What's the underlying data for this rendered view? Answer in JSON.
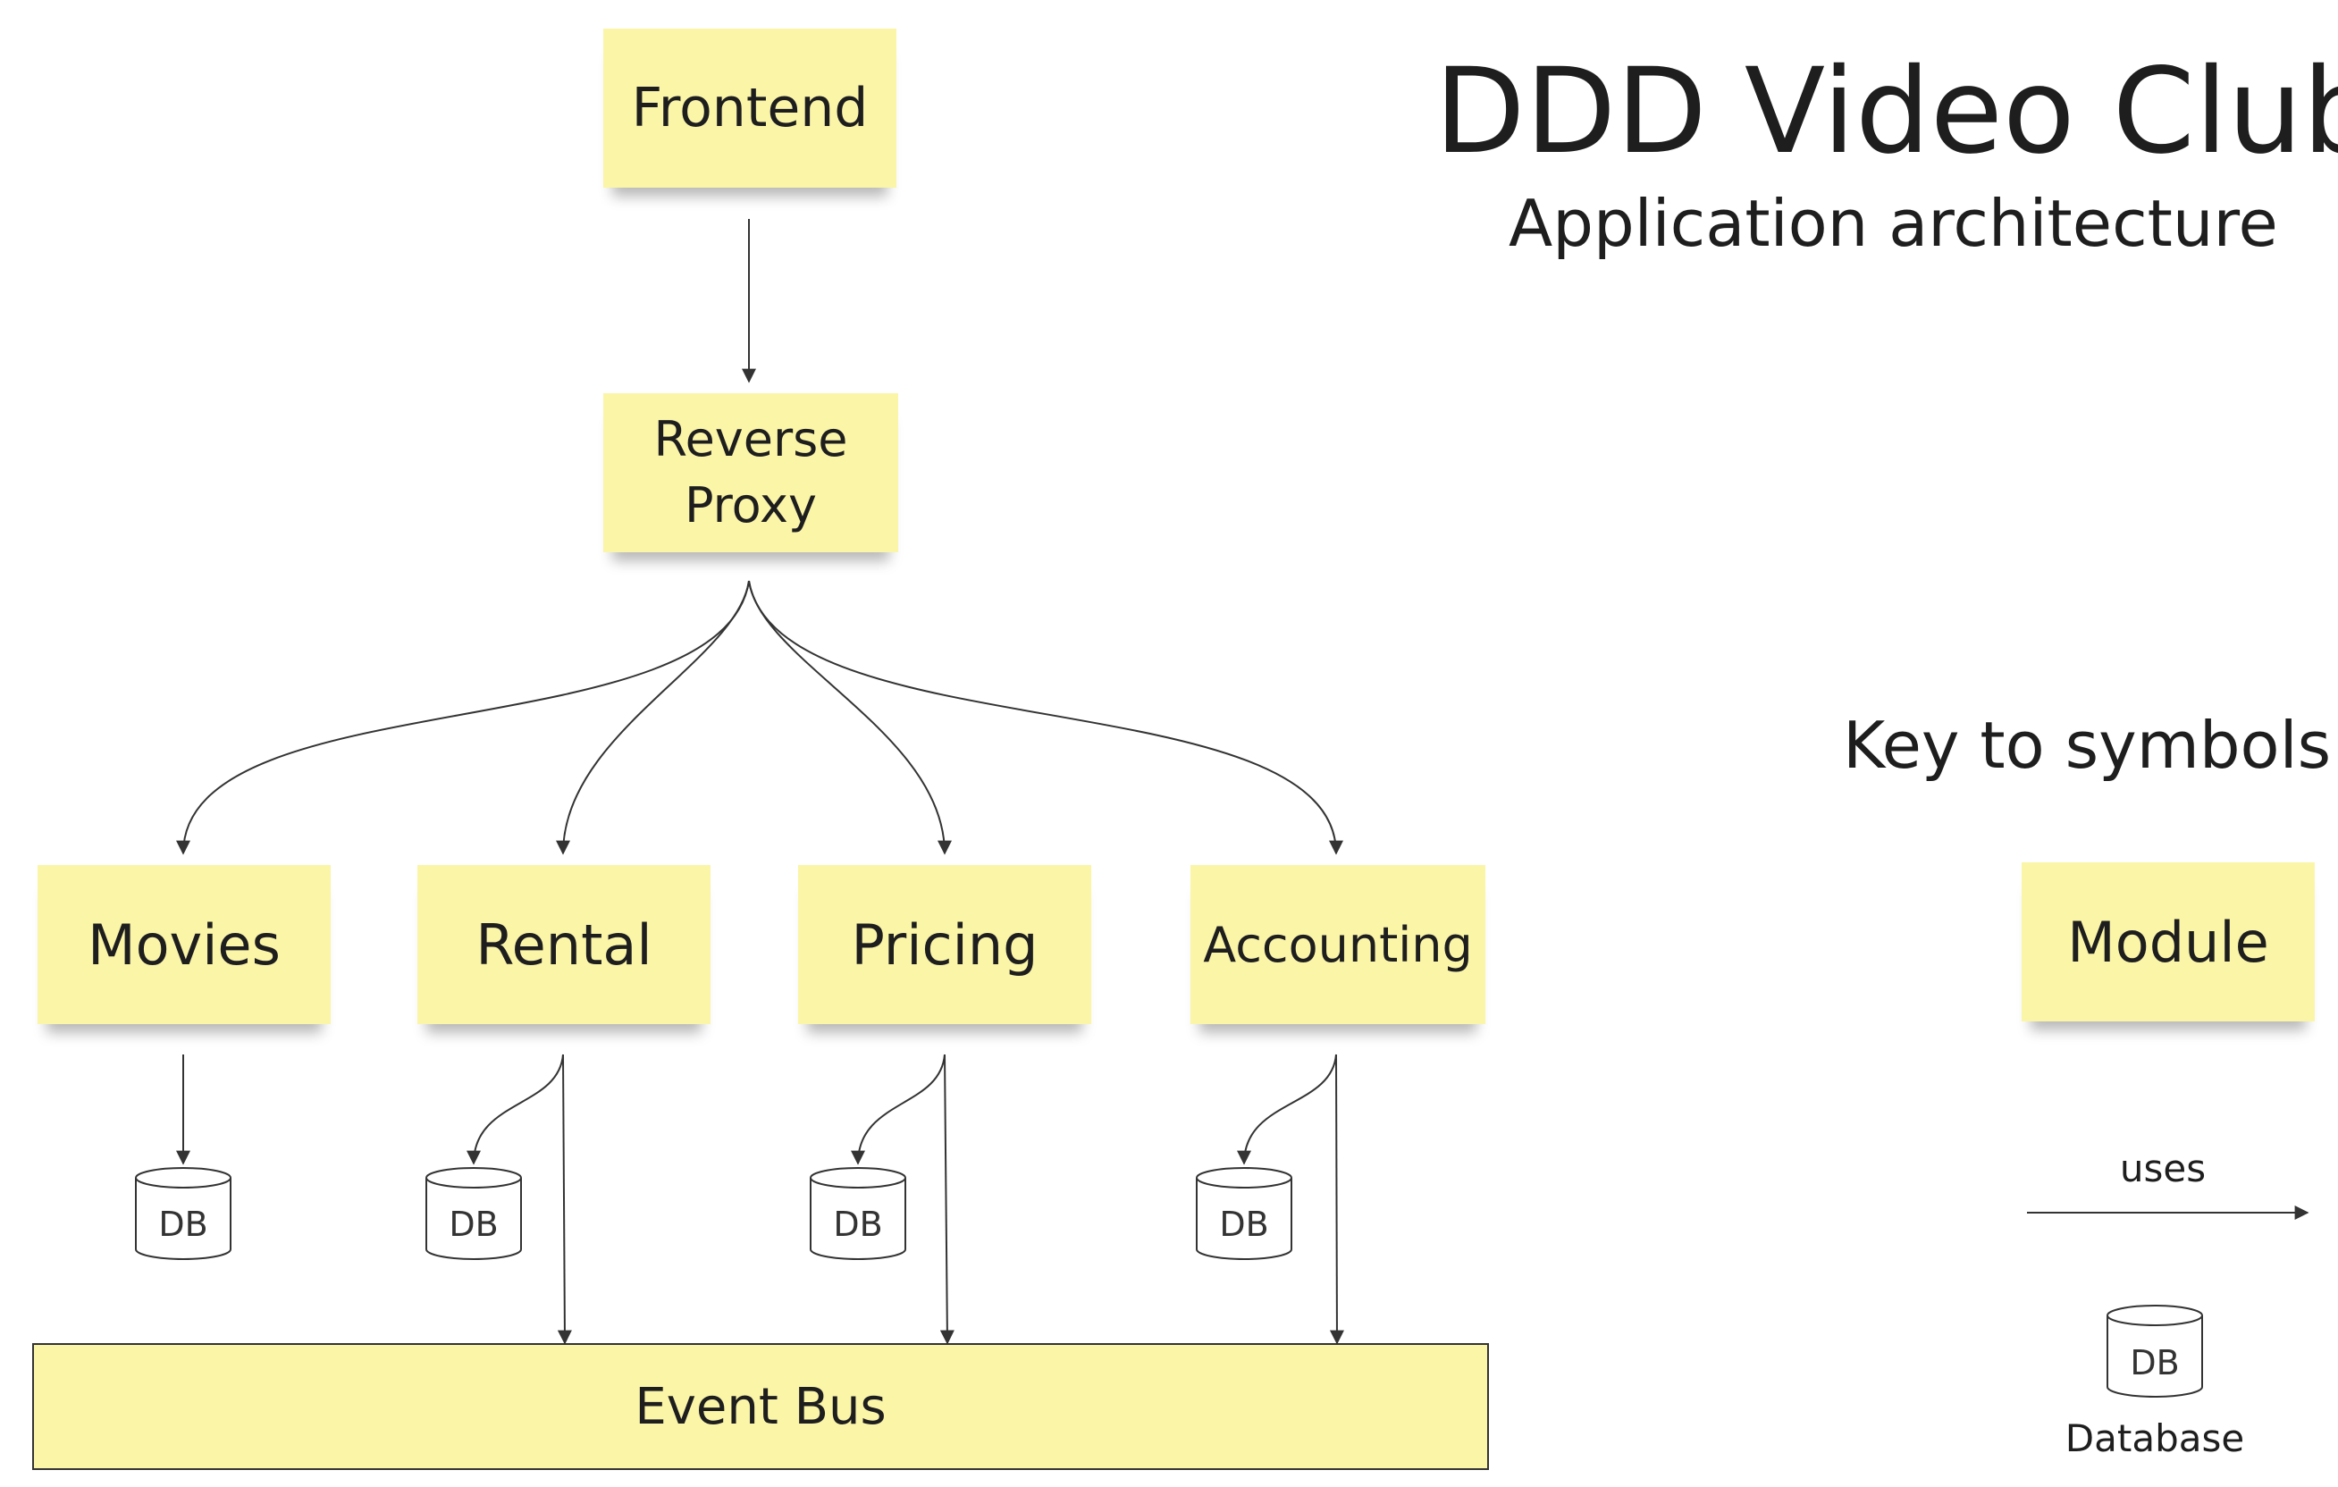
{
  "title": "DDD Video Club",
  "subtitle": "Application architecture",
  "nodes": {
    "frontend": "Frontend",
    "reverse_proxy": "Reverse\nProxy",
    "movies": "Movies",
    "rental": "Rental",
    "pricing": "Pricing",
    "accounting": "Accounting",
    "event_bus": "Event Bus"
  },
  "db_label": "DB",
  "key": {
    "heading": "Key to symbols:",
    "module": "Module",
    "uses": "uses",
    "db": "DB",
    "database": "Database"
  },
  "colors": {
    "sticky": "#fbf5a8",
    "line": "#333333"
  }
}
